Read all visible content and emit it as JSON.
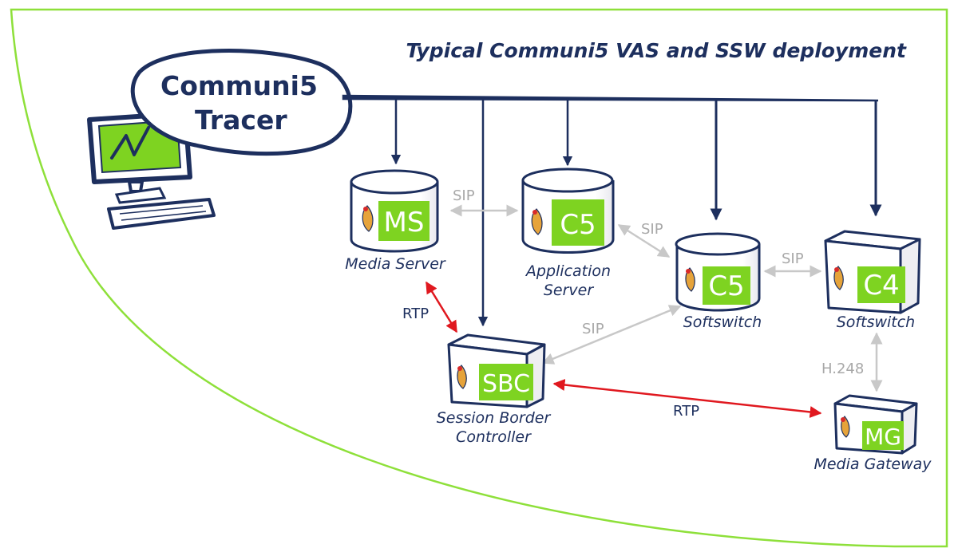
{
  "title": "Typical Communi5 VAS and SSW deployment",
  "tracer": {
    "line1": "Communi5",
    "line2": "Tracer"
  },
  "colors": {
    "navy": "#1d2f5e",
    "green": "#7ed321",
    "red": "#e0181f",
    "grey": "#c8c8c8",
    "frame": "#8ee03a"
  },
  "nodes": {
    "ms": {
      "badge": "MS",
      "label_lines": [
        "Media Server"
      ]
    },
    "as": {
      "badge": "C5",
      "label_lines": [
        "Application",
        "Server"
      ]
    },
    "ssw5": {
      "badge": "C5",
      "label_lines": [
        "Softswitch"
      ]
    },
    "ssw4": {
      "badge": "C4",
      "label_lines": [
        "Softswitch"
      ]
    },
    "sbc": {
      "badge": "SBC",
      "label_lines": [
        "Session Border",
        "Controller"
      ]
    },
    "mg": {
      "badge": "MG",
      "label_lines": [
        "Media Gateway"
      ]
    }
  },
  "links": {
    "ms_as": "SIP",
    "as_ssw5": "SIP",
    "ssw5_ssw4": "SIP",
    "ssw5_sbc": "SIP",
    "ssw4_mg": "H.248",
    "ms_sbc": "RTP",
    "sbc_mg": "RTP"
  }
}
